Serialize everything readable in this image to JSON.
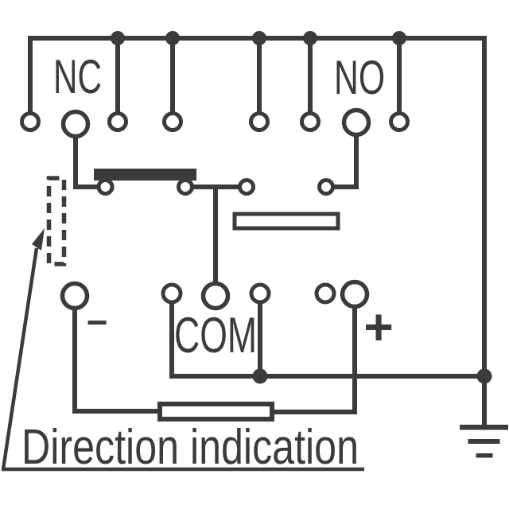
{
  "diagram": {
    "type": "relay-wiring-schematic",
    "colors": {
      "ink": "#3b3b3d",
      "background": "#ffffff"
    },
    "labels": {
      "nc": "NC",
      "no": "NO",
      "com": "COM",
      "plus": "+",
      "minus": "−",
      "direction_note": "Direction indication"
    },
    "components": {
      "top_bus": "common-ground-bus",
      "armature": "movable-contact-bar",
      "coil": "relay-coil-outline",
      "resistor": "series-resistor-outline",
      "ground": "earth-ground-icon",
      "indicator": "direction-indicator-dashed-outline",
      "callout": "arrow-callout-to-indicator"
    }
  }
}
